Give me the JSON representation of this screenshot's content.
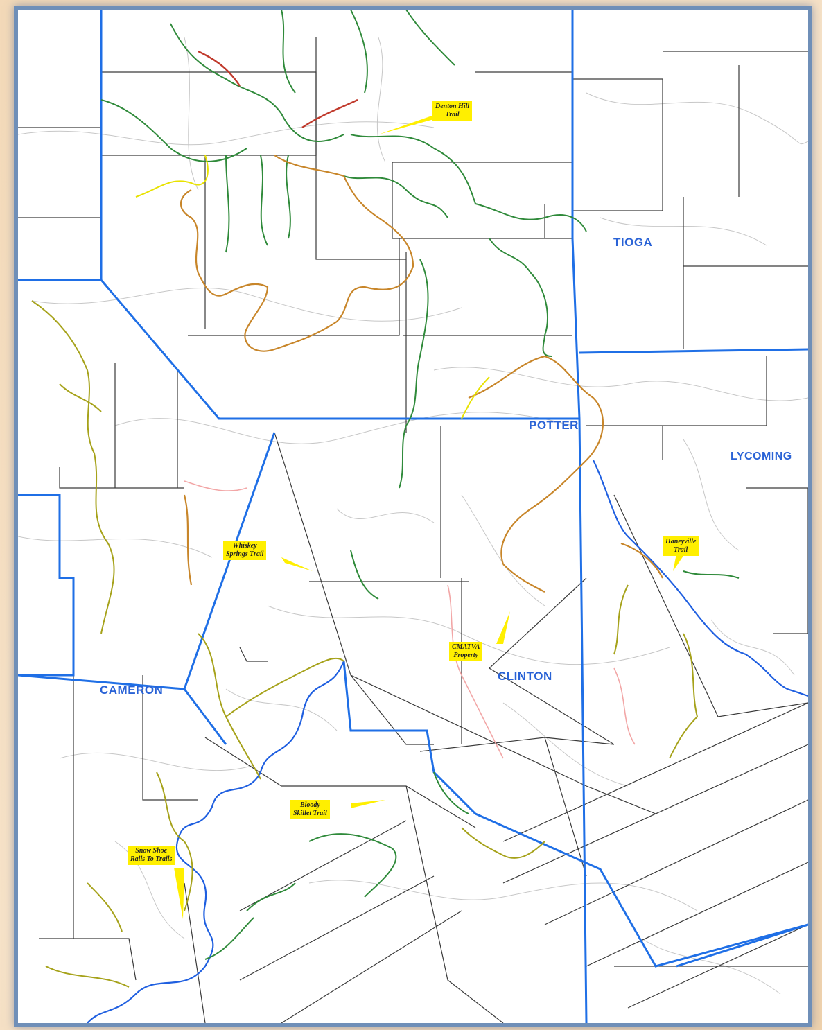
{
  "counties": {
    "tioga": "TIOGA",
    "potter": "POTTER",
    "lycoming": "LYCOMING",
    "cameron": "CAMERON",
    "clinton": "CLINTON"
  },
  "trails": {
    "denton_hill": "Denton Hill\nTrail",
    "haneyville": "Haneyville\nTrail",
    "whiskey_springs": "Whiskey\nSprings Trail",
    "cmatva": "CMATVA\nProperty",
    "bloody_skillet": "Bloody\nSkillet Trail",
    "snow_shoe": "Snow Shoe\nRails To Trails"
  },
  "colors": {
    "county_line": "#1f6fe6",
    "river": "#1f5fe0",
    "township_line": "#3a3a3a",
    "green_trail": "#2f8a3a",
    "orange_trail": "#c8862a",
    "olive_trail": "#a6a21a",
    "yellow_trail": "#e8e200",
    "pink_trail": "#f2a6a6",
    "label_bg": "#ffef00"
  }
}
